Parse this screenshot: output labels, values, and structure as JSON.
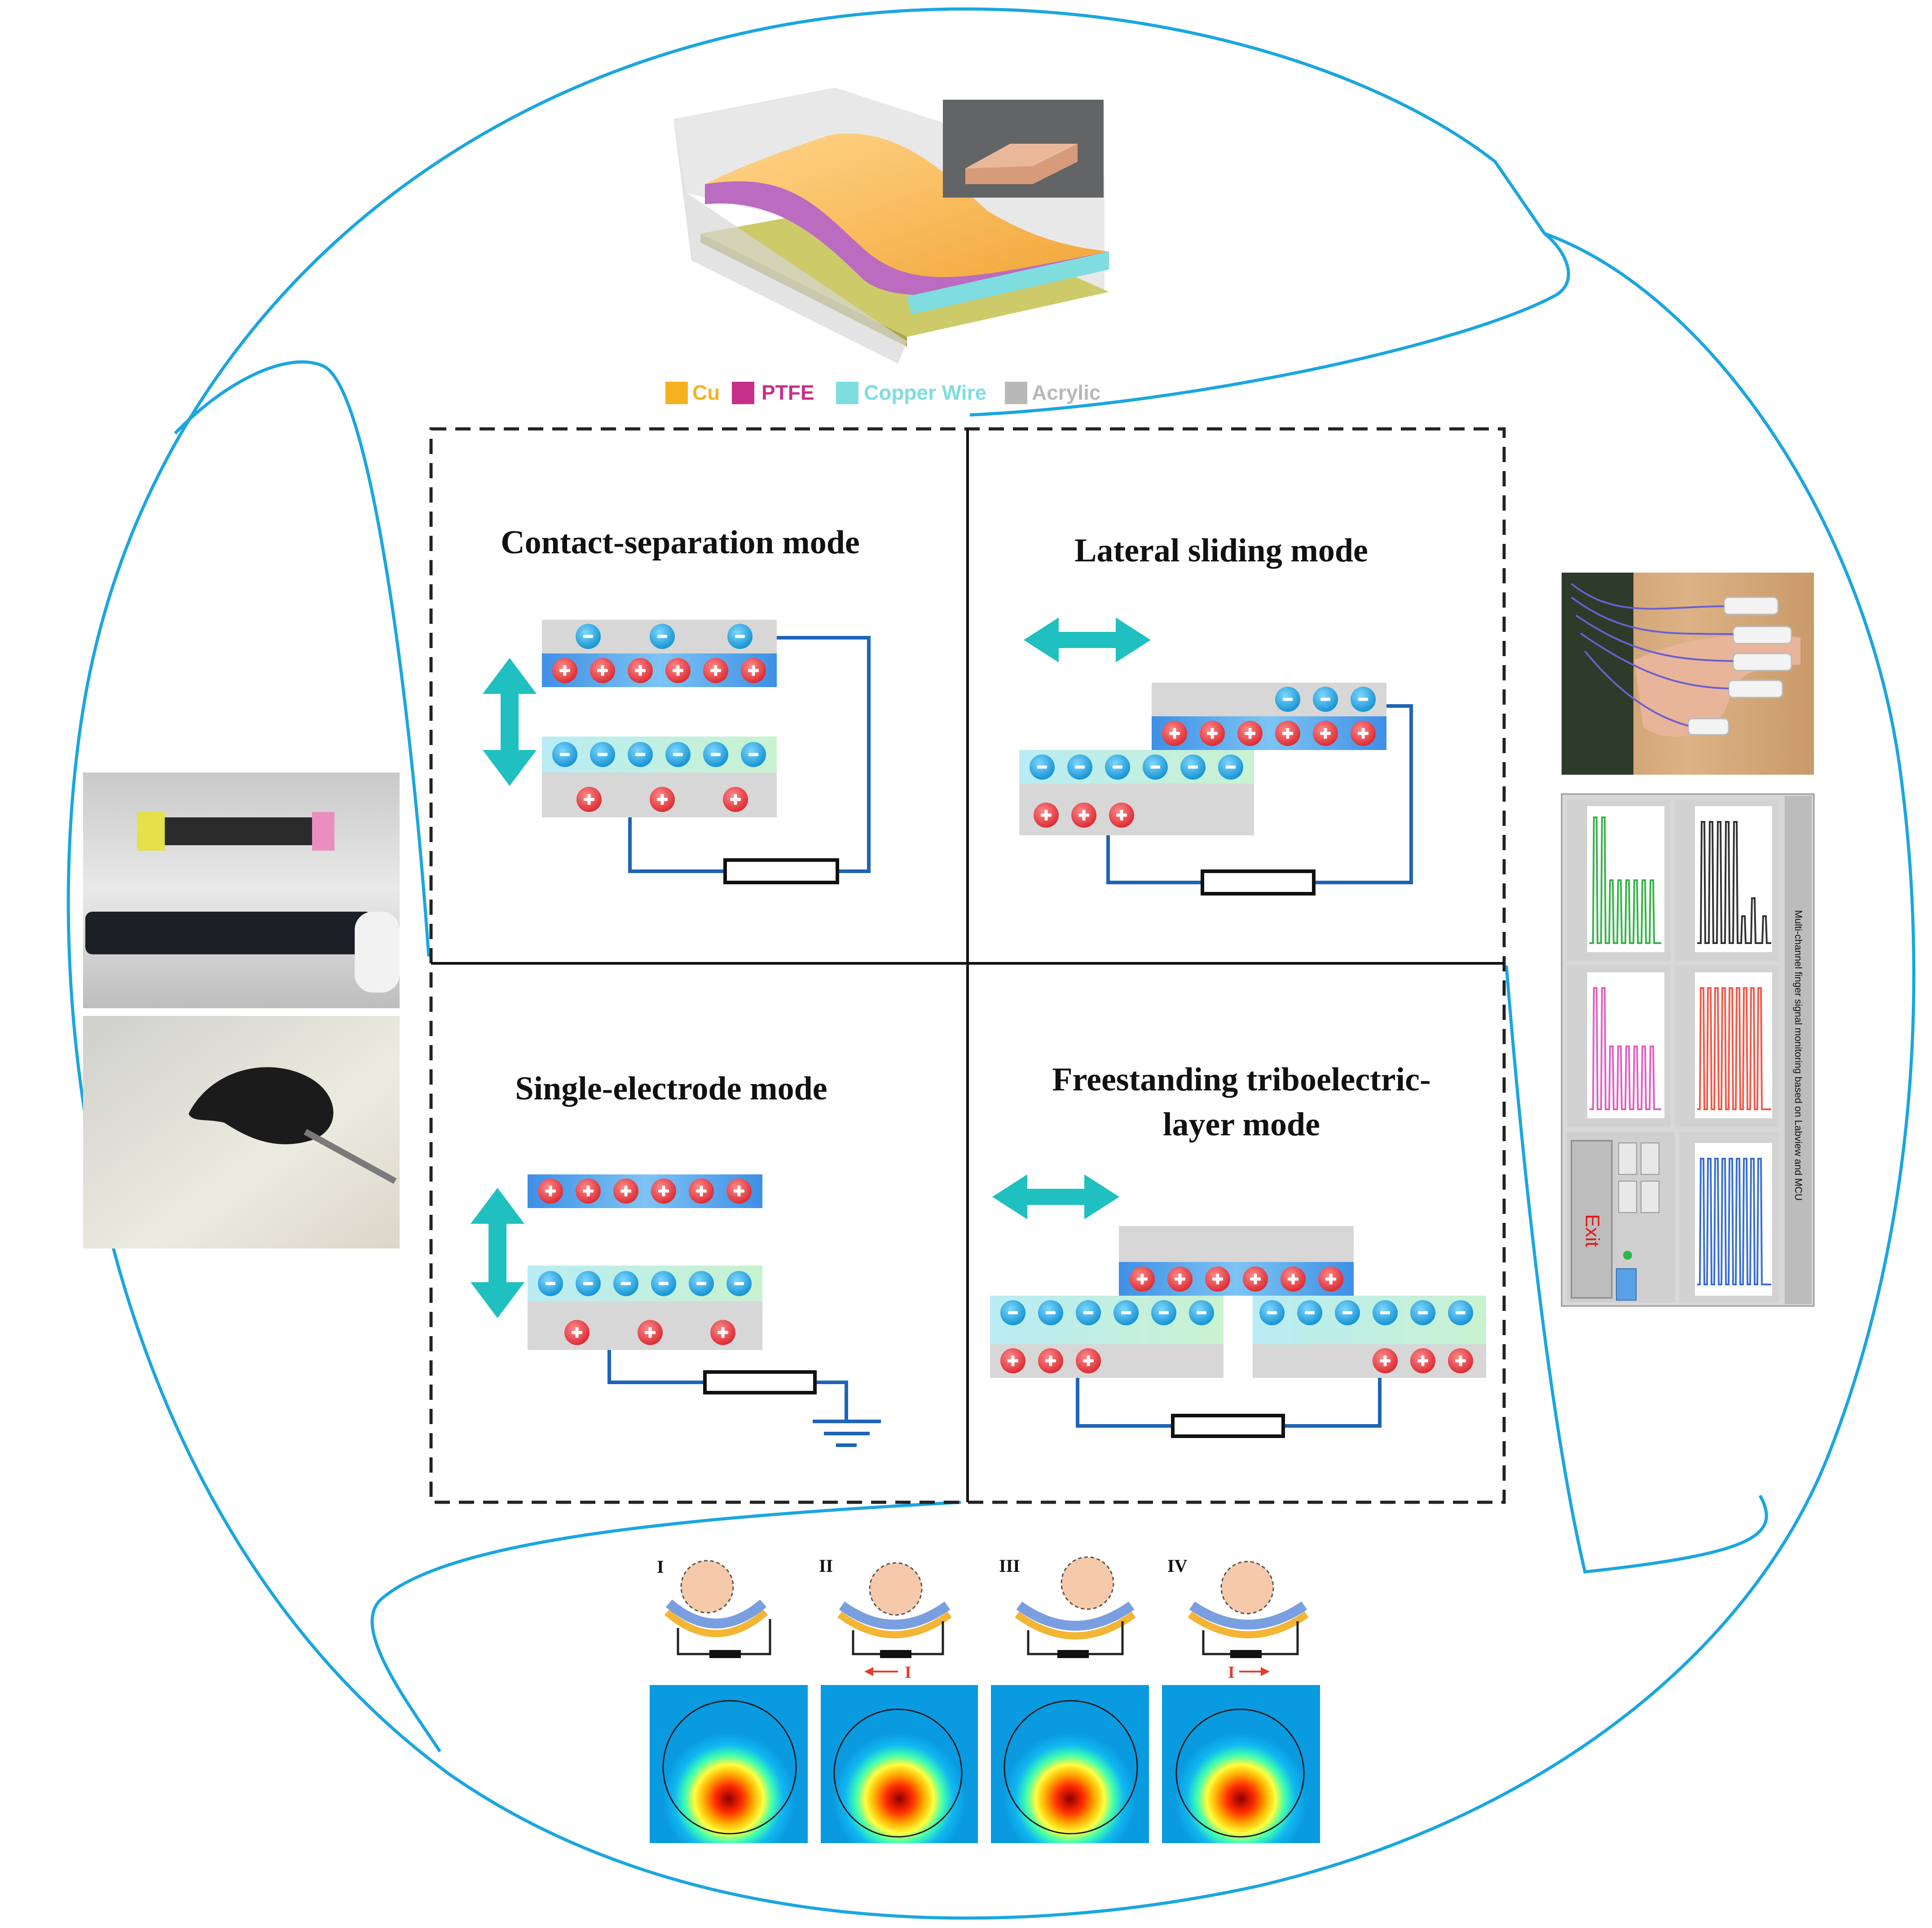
{
  "legend": {
    "items": [
      {
        "label": "Cu",
        "color": "#f4b223"
      },
      {
        "label": "PTFE",
        "color": "#c7308a"
      },
      {
        "label": "Copper Wire",
        "color": "#7fdde0"
      },
      {
        "label": "Acrylic",
        "color": "#b8b8b8"
      }
    ]
  },
  "modes": {
    "contact_separation": {
      "title": "Contact-separation mode"
    },
    "lateral_sliding": {
      "title": "Lateral sliding mode"
    },
    "single_electrode": {
      "title": "Single-electrode mode"
    },
    "freestanding": {
      "title_line1": "Freestanding triboelectric-",
      "title_line2": "layer mode"
    }
  },
  "monitor": {
    "side_title": "Multi-channel finger signal monitoring based on Labview and MCU",
    "exit_label": "Exit",
    "trace_colors": [
      "#37b34a",
      "#333333",
      "#e060c0",
      "#ef5a4a",
      "#3a6fd0"
    ]
  },
  "bottom": {
    "stage_labels": [
      "I",
      "II",
      "III",
      "IV"
    ],
    "current_label": "I"
  },
  "colors": {
    "accent_blue": "#1aa6e0",
    "cyan_arrow": "#20c0c0",
    "negative": "#21a9e1",
    "positive": "#e63b47",
    "wire": "#1f64b6"
  }
}
